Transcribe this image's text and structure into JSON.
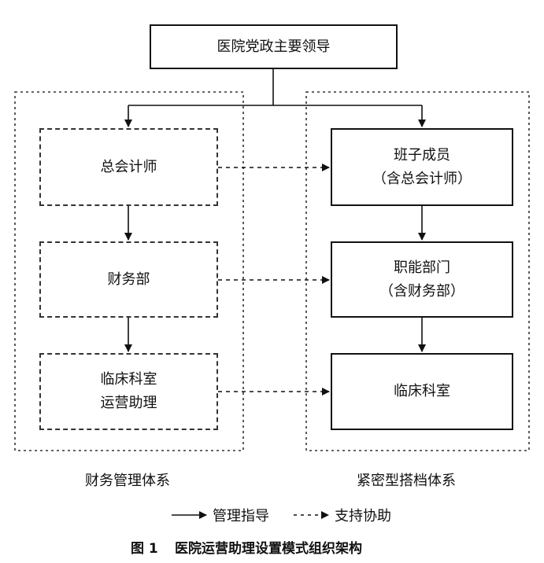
{
  "top_box": {
    "label": "医院党政主要领导"
  },
  "left_group": {
    "label": "财务管理体系",
    "boxes": [
      {
        "lines": [
          "总会计师"
        ]
      },
      {
        "lines": [
          "财务部"
        ]
      },
      {
        "lines": [
          "临床科室",
          "运营助理"
        ]
      }
    ]
  },
  "right_group": {
    "label": "紧密型搭档体系",
    "boxes": [
      {
        "lines": [
          "班子成员",
          "（含总会计师）"
        ]
      },
      {
        "lines": [
          "职能部门",
          "（含财务部）"
        ]
      },
      {
        "lines": [
          "临床科室"
        ]
      }
    ]
  },
  "legend": {
    "solid_label": "管理指导",
    "dashed_label": "支持协助"
  },
  "caption": {
    "number": "图 1",
    "title": "医院运营助理设置模式组织架构"
  }
}
